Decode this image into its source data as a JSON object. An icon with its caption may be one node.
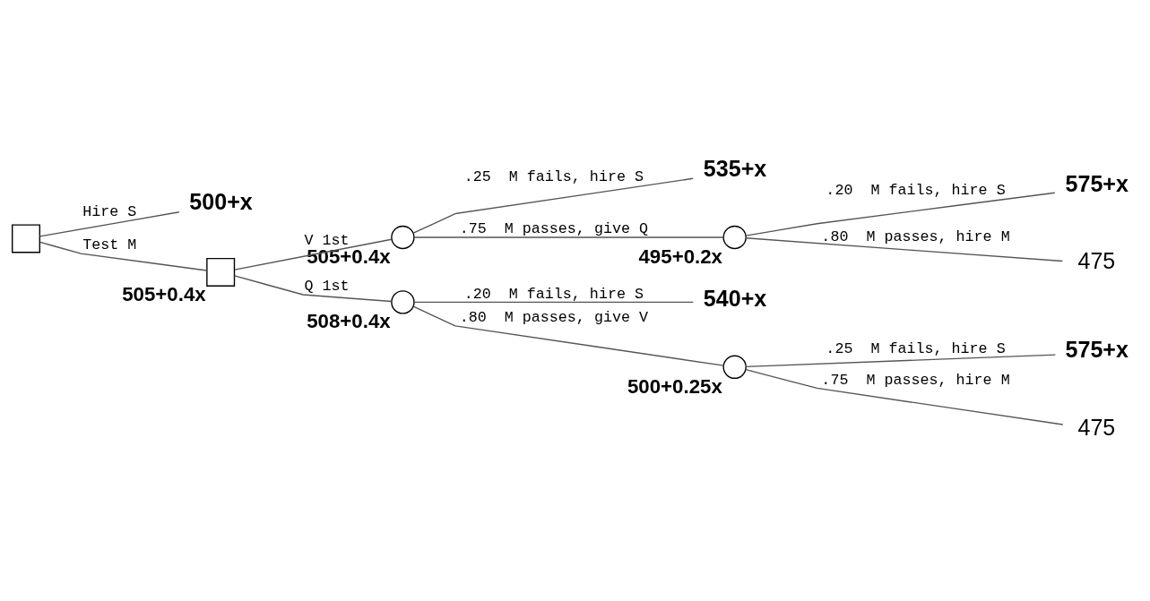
{
  "diagram": {
    "nodes": [
      {
        "text": [],
        "shape": "box"
      },
      {
        "text": [
          "500+x"
        ]
      },
      {
        "text": [],
        "shape": "box",
        "beside": [
          "505+0.4x"
        ]
      },
      {
        "text": [],
        "shape": "circle",
        "beside": [
          "505+0.4x"
        ]
      },
      {
        "text": [
          "535+x"
        ]
      },
      {
        "text": [],
        "shape": "circle",
        "beside": [
          "495+0.2x"
        ]
      },
      {
        "text": [
          "575+x"
        ]
      },
      {
        "text": [
          "475"
        ]
      },
      {
        "text": [],
        "shape": "circle",
        "beside": [
          "508+0.4x"
        ]
      },
      {
        "text": [
          "540+x"
        ]
      },
      {
        "text": [],
        "shape": "circle",
        "beside": [
          "500+0.25x"
        ]
      },
      {
        "text": [
          "575+x"
        ]
      },
      {
        "text": [
          "475"
        ]
      }
    ],
    "edges": [
      {
        "from": 0,
        "to": 1,
        "arrow": "none",
        "label": "Hire S"
      },
      {
        "from": 0,
        "to": 2,
        "arrow": "none",
        "label": "Test M"
      },
      {
        "from": 2,
        "to": 3,
        "arrow": "none",
        "label": "V 1st"
      },
      {
        "from": 3,
        "to": 4,
        "arrow": "none",
        "label": ".25  M fails, hire S"
      },
      {
        "from": 3,
        "to": 5,
        "arrow": "none",
        "label": ".75  M passes, give Q"
      },
      {
        "from": 5,
        "to": 6,
        "arrow": "none",
        "label": ".20  M fails, hire S"
      },
      {
        "from": 5,
        "to": 7,
        "arrow": "none",
        "label": ".80  M passes, hire M"
      },
      {
        "from": 2,
        "to": 8,
        "arrow": "none",
        "label": "Q 1st"
      },
      {
        "from": 8,
        "to": 9,
        "arrow": "none",
        "label": ".20  M fails, hire S"
      },
      {
        "from": 8,
        "to": 10,
        "arrow": "none",
        "label": ".80  M passes, give V"
      },
      {
        "from": 10,
        "to": 11,
        "arrow": "none",
        "label": ".25  M fails, hire S"
      },
      {
        "from": 10,
        "to": 12,
        "arrow": "none",
        "label": ".75  M passes, hire M"
      }
    ]
  }
}
